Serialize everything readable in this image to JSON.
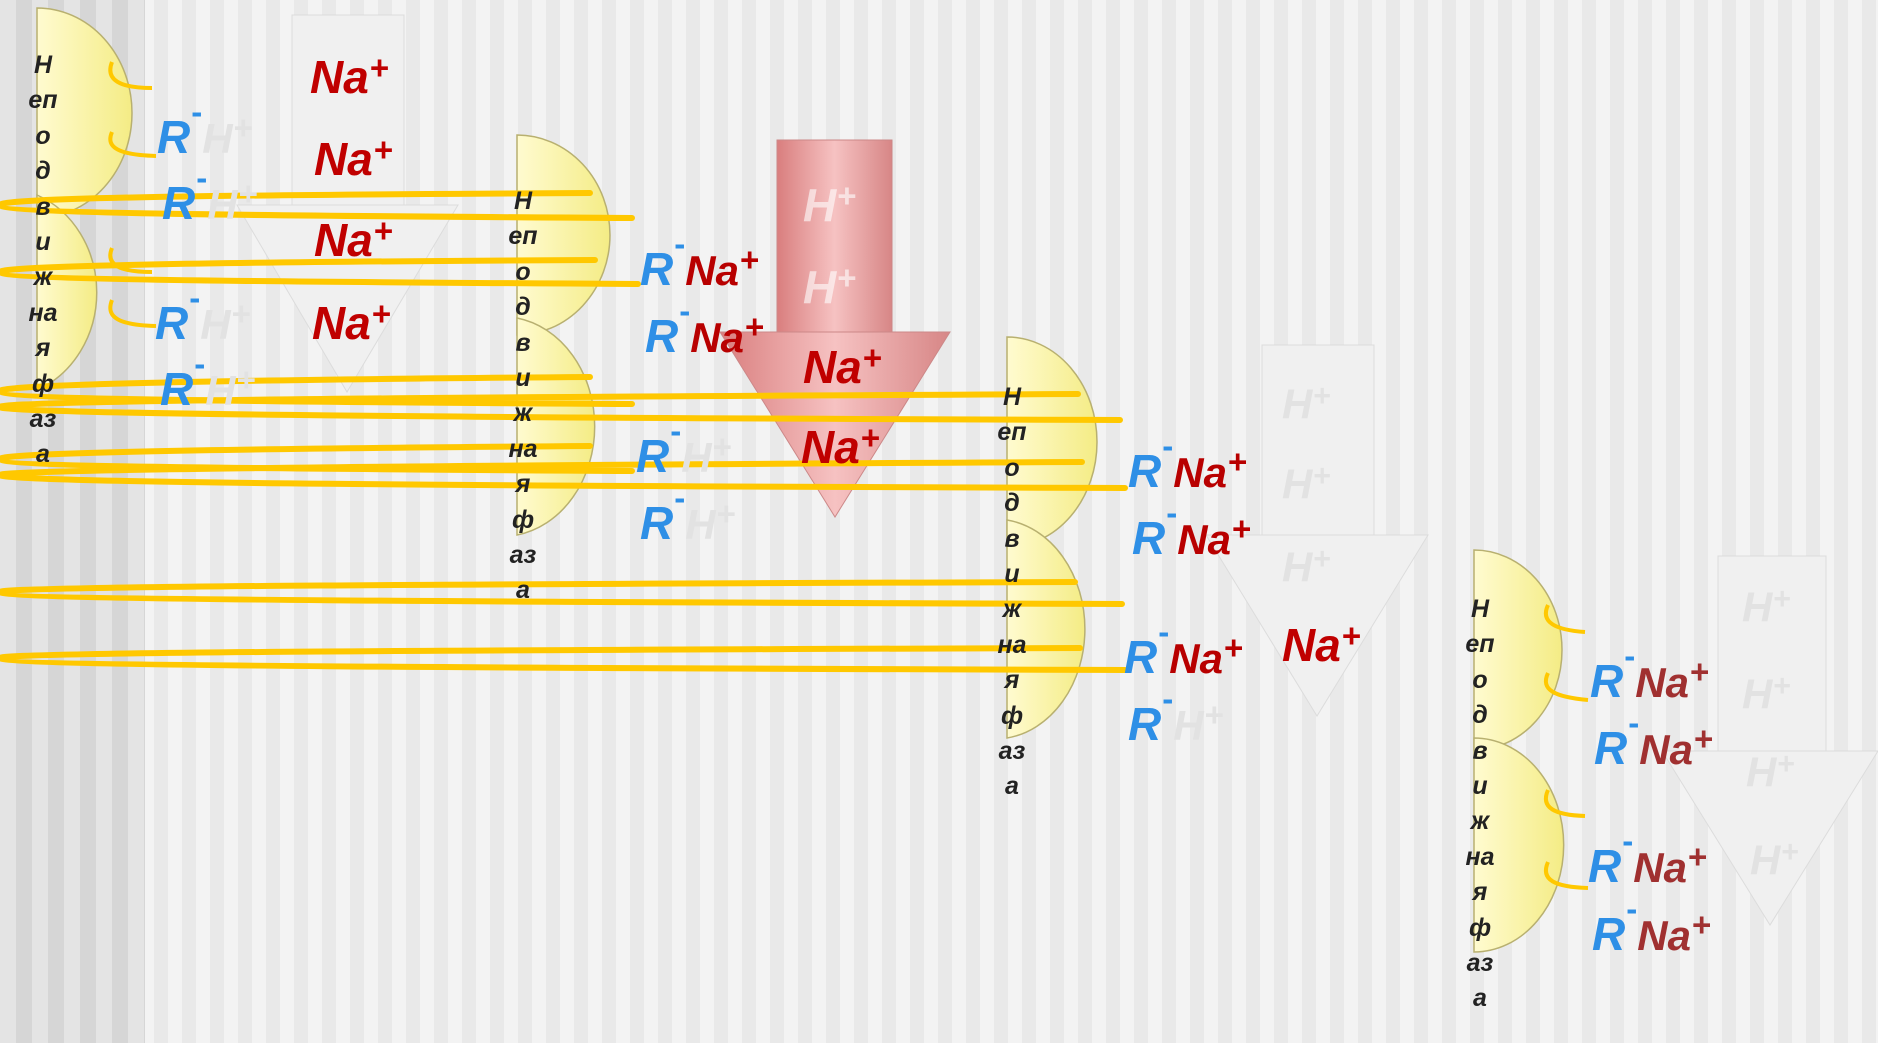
{
  "phase_label": "Неподвижнаяфаза",
  "ions": {
    "na": "Na",
    "plus": "+",
    "h": "H",
    "r": "R",
    "minus": "-"
  },
  "colors": {
    "sodium": "#c00000",
    "resin_anion": "#2e8fe6",
    "hydrogen": "#e2e2e2",
    "phase_fill": "#fbf7a8",
    "eluent_arrow": "#e8a0a0",
    "connector_lines": "#ffc800"
  },
  "stages": [
    {
      "id": "stage-1",
      "mobile_phase_ions": [
        "Na+",
        "Na+",
        "Na+",
        "Na+"
      ],
      "bound_pairs": [
        "R-H+",
        "R-H+",
        "R-H+",
        "R-H+"
      ]
    },
    {
      "id": "stage-2",
      "mobile_phase_ions": [
        "H+",
        "H+",
        "Na+",
        "Na+"
      ],
      "bound_pairs": [
        "R-Na+",
        "R-Na+",
        "R-H+",
        "R-H+"
      ]
    },
    {
      "id": "stage-3",
      "mobile_phase_ions": [
        "H+",
        "H+",
        "H+",
        "Na+"
      ],
      "bound_pairs": [
        "R-Na+",
        "R-Na+",
        "R-Na+",
        "R-H+"
      ]
    },
    {
      "id": "stage-4",
      "mobile_phase_ions": [
        "H+",
        "H+",
        "H+",
        "H+"
      ],
      "bound_pairs": [
        "R-Na+",
        "R-Na+",
        "R-Na+",
        "R-Na+"
      ]
    }
  ]
}
